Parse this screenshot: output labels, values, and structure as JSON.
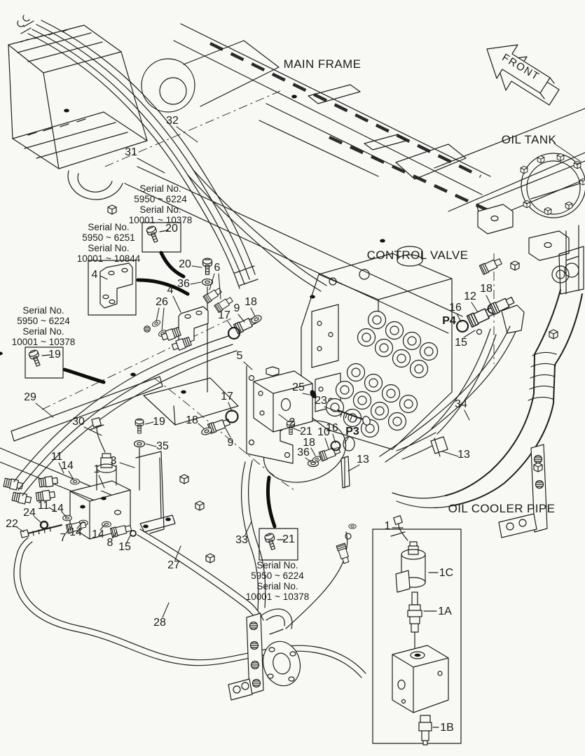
{
  "colors": {
    "ink": "#1e1e1e",
    "paper": "#f8f8f5"
  },
  "titles": {
    "main_frame": "MAIN FRAME",
    "oil_tank": "OIL TANK",
    "control_valve": "CONTROL VALVE",
    "oil_cooler_pipe": "OIL COOLER PIPE",
    "front_arrow": "FRONT"
  },
  "serials": [
    {
      "lines": [
        "Serial No.",
        "5950 ~ 6224",
        "Serial No.",
        "10001 ~ 10378"
      ],
      "boxed_part": "20"
    },
    {
      "lines": [
        "Serial No.",
        "5950 ~ 6251",
        "Serial No.",
        "10001 ~ 10844"
      ],
      "boxed_part": "4"
    },
    {
      "lines": [
        "Serial No.",
        "5950 ~ 6224",
        "Serial No.",
        "10001 ~ 10378"
      ],
      "boxed_part": "19"
    },
    {
      "lines": [
        "Serial No.",
        "5950 ~ 6224",
        "Serial No.",
        "10001 ~ 10378"
      ],
      "boxed_part": "21"
    }
  ],
  "inset": {
    "assembly": "1",
    "items": [
      "1C",
      "1A",
      "1B"
    ]
  },
  "parts": [
    {
      "text": "32"
    },
    {
      "text": "31"
    },
    {
      "text": "20"
    },
    {
      "text": "20"
    },
    {
      "text": "6"
    },
    {
      "text": "36"
    },
    {
      "text": "4"
    },
    {
      "text": "4"
    },
    {
      "text": "26"
    },
    {
      "text": "18"
    },
    {
      "text": "9"
    },
    {
      "text": "17"
    },
    {
      "text": "19"
    },
    {
      "text": "18"
    },
    {
      "text": "12"
    },
    {
      "text": "16"
    },
    {
      "text": "P4"
    },
    {
      "text": "15"
    },
    {
      "text": "5"
    },
    {
      "text": "25"
    },
    {
      "text": "23"
    },
    {
      "text": "17"
    },
    {
      "text": "29"
    },
    {
      "text": "34"
    },
    {
      "text": "18"
    },
    {
      "text": "30"
    },
    {
      "text": "19"
    },
    {
      "text": "2"
    },
    {
      "text": "16"
    },
    {
      "text": "21"
    },
    {
      "text": "P3"
    },
    {
      "text": "10"
    },
    {
      "text": "9"
    },
    {
      "text": "18"
    },
    {
      "text": "35"
    },
    {
      "text": "36"
    },
    {
      "text": "13"
    },
    {
      "text": "13"
    },
    {
      "text": "11"
    },
    {
      "text": "3"
    },
    {
      "text": "14"
    },
    {
      "text": "1"
    },
    {
      "text": "11"
    },
    {
      "text": "14"
    },
    {
      "text": "24"
    },
    {
      "text": "22"
    },
    {
      "text": "14"
    },
    {
      "text": "7"
    },
    {
      "text": "14"
    },
    {
      "text": "8"
    },
    {
      "text": "15"
    },
    {
      "text": "27"
    },
    {
      "text": "33"
    },
    {
      "text": "21"
    },
    {
      "text": "28"
    },
    {
      "text": "1"
    },
    {
      "text": "1C"
    },
    {
      "text": "1A"
    },
    {
      "text": "1B"
    }
  ]
}
